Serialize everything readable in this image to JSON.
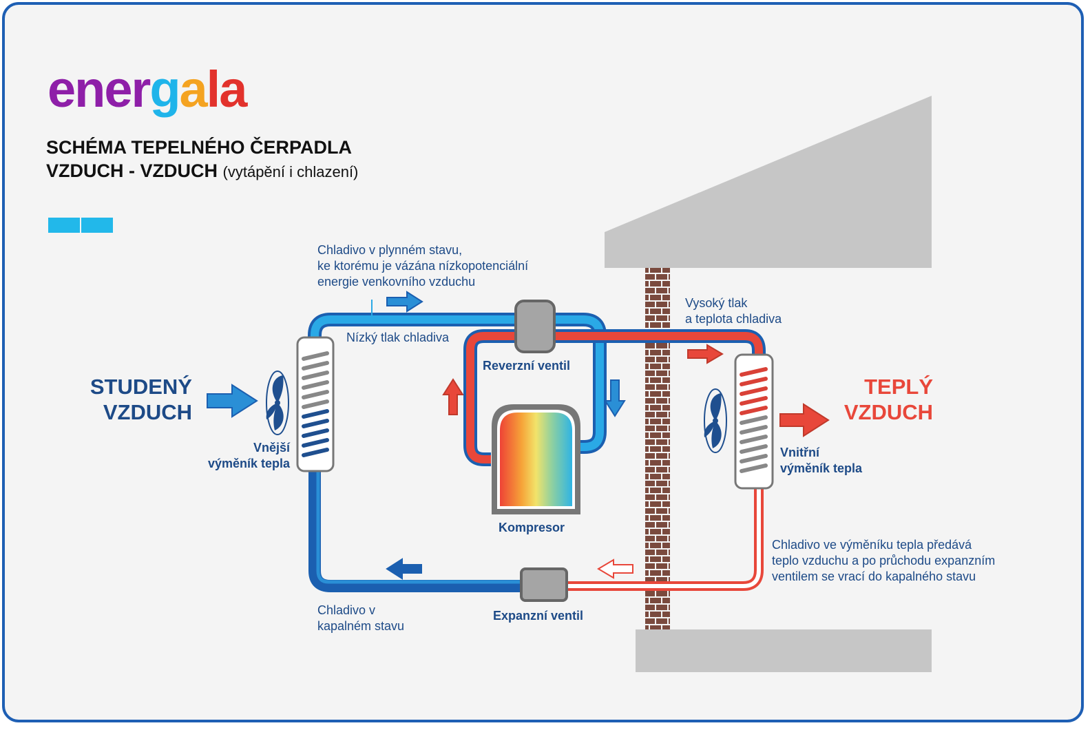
{
  "logo": {
    "part1": "ener",
    "part2": "g",
    "part3": "a",
    "part4": "la"
  },
  "title": {
    "line1": "SCHÉMA TEPELNÉHO ČERPADLA",
    "line2_bold": "VZDUCH - VZDUCH",
    "line2_sub": "(vytápění i chlazení)"
  },
  "labels": {
    "gas_refrigerant": [
      "Chladivo v plynném stavu,",
      "ke ktorému je vázána nízkopotenciální",
      "energie venkovního vzduchu"
    ],
    "low_pressure": "Nízký tlak chladiva",
    "high_pressure": [
      "Vysoký tlak",
      "a teplota chladiva"
    ],
    "reversing_valve": "Reverzní ventil",
    "compressor": "Kompresor",
    "expansion_valve": "Expanzní ventil",
    "liquid_refrigerant": [
      "Chladivo v",
      "kapalném stavu"
    ],
    "outer_exchanger": [
      "Vnější",
      "výměník tepla"
    ],
    "inner_exchanger": [
      "Vnitřní",
      "výměník tepla"
    ],
    "heat_release": [
      "Chladivo ve výměníku tepla předává",
      "teplo vzduchu a po průchodu expanzním",
      "ventilem se vrací do kapalného stavu"
    ],
    "cold_air": [
      "STUDENÝ",
      "VZDUCH"
    ],
    "warm_air": [
      "TEPLÝ",
      "VZDUCH"
    ]
  },
  "colors": {
    "cold_light": "#2aa9e6",
    "cold_dark": "#1b5fb0",
    "hot": "#e8473a",
    "frame": "#1e5fb4",
    "text_blue": "#1d4a87",
    "building": "#c6c6c6",
    "brick": "#7a4a3e"
  }
}
